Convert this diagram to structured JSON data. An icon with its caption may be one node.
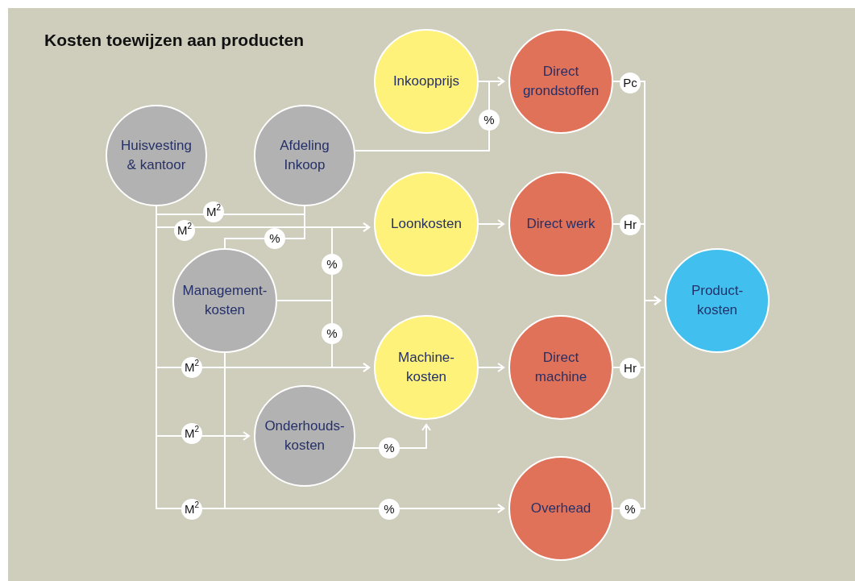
{
  "diagram": {
    "title": "Kosten toewijzen aan producten",
    "nodes": [
      {
        "text": [
          "Huisvesting & kantoor"
        ]
      },
      {
        "text": [
          "Afdeling Inkoop"
        ]
      },
      {
        "text": [
          "Inkoopprijs"
        ]
      },
      {
        "text": [
          "Direct grondstoffen"
        ]
      },
      {
        "text": [
          "Loonkosten"
        ]
      },
      {
        "text": [
          "Direct werk"
        ]
      },
      {
        "text": [
          "Management- kosten"
        ]
      },
      {
        "text": [
          "Product- kosten"
        ]
      },
      {
        "text": [
          "Machine- kosten"
        ]
      },
      {
        "text": [
          "Direct machine"
        ]
      },
      {
        "text": [
          "Onderhouds- kosten"
        ]
      },
      {
        "text": [
          "Overhead"
        ]
      }
    ],
    "edges": [
      {
        "from": 0,
        "to": 1,
        "arrow": "none",
        "label": "M$^{2}$"
      },
      {
        "from": 0,
        "to": 4,
        "arrow": "to",
        "label": "M$^{2}$"
      },
      {
        "from": 1,
        "to": 6,
        "arrow": "none",
        "label": "%"
      },
      {
        "from": 1,
        "to": 3,
        "arrow": "to",
        "label": "%"
      },
      {
        "from": 2,
        "to": 3,
        "arrow": "to"
      },
      {
        "from": 6,
        "to": 4,
        "arrow": "to",
        "label": "%"
      },
      {
        "from": 6,
        "to": 8,
        "arrow": "to",
        "label": "%"
      },
      {
        "from": 0,
        "to": 8,
        "arrow": "to",
        "label": "M$^{2}$"
      },
      {
        "from": 0,
        "to": 10,
        "arrow": "to",
        "label": "M$^{2}$"
      },
      {
        "from": 0,
        "to": 11,
        "arrow": "to",
        "label": "M$^{2}$"
      },
      {
        "from": 6,
        "to": 11,
        "arrow": "to",
        "label": "%"
      },
      {
        "from": 10,
        "to": 8,
        "arrow": "to",
        "label": "%"
      },
      {
        "from": 4,
        "to": 5,
        "arrow": "to"
      },
      {
        "from": 8,
        "to": 9,
        "arrow": "to"
      },
      {
        "from": 3,
        "to": 7,
        "arrow": "to",
        "label": "Pc"
      },
      {
        "from": 5,
        "to": 7,
        "arrow": "to",
        "label": "Hr"
      },
      {
        "from": 9,
        "to": 7,
        "arrow": "to",
        "label": "Hr"
      },
      {
        "from": 11,
        "to": 7,
        "arrow": "to",
        "label": "%"
      }
    ]
  }
}
